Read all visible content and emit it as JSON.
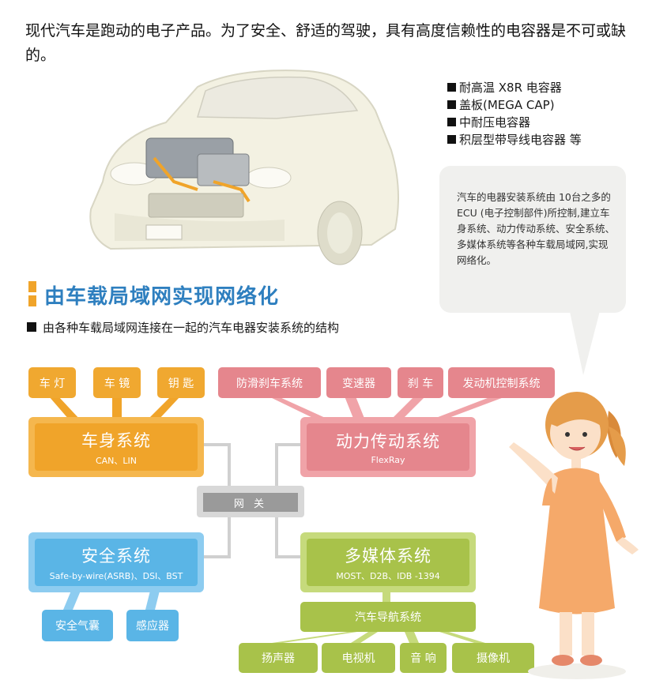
{
  "intro": "现代汽车是跑动的电子产品。为了安全、舒适的驾驶，具有高度信赖性的电容器是不可或缺的。",
  "capacitors": [
    "耐高温 X8R 电容器",
    "盖板(MEGA CAP)",
    "中耐压电容器",
    "积层型带导线电容器 等"
  ],
  "speech": "汽车的电器安装系统由 10台之多的 ECU (电子控制部件)所控制,建立车身系统、动力传动系统、安全系统、多媒体系统等各种车载局域网,实现网络化。",
  "heading": "由车载局域网实现网络化",
  "subheading": "由各种车载局域网连接在一起的汽车电器安装系统的结构",
  "gateway": "网 关",
  "body_system": {
    "name": "车身系统",
    "protocol": "CAN、LIN",
    "children": [
      "车 灯",
      "车 镜",
      "钥 匙"
    ]
  },
  "powertrain_system": {
    "name": "动力传动系统",
    "protocol": "FlexRay",
    "children": [
      "防滑刹车系统",
      "变速器",
      "刹 车",
      "发动机控制系统"
    ]
  },
  "safety_system": {
    "name": "安全系统",
    "protocol": "Safe-by-wire(ASRB)、DSI、BST",
    "children": [
      "安全气囊",
      "感应器"
    ]
  },
  "multimedia_system": {
    "name": "多媒体系统",
    "protocol": "MOST、D2B、IDB -1394",
    "navigation": "汽车导航系统",
    "children": [
      "扬声器",
      "电视机",
      "音 响",
      "摄像机"
    ]
  },
  "colors": {
    "orange": "#f0a42a",
    "pink": "#e5868d",
    "blue": "#5ab5e6",
    "green": "#a8c24a",
    "heading": "#2e7fbf"
  }
}
